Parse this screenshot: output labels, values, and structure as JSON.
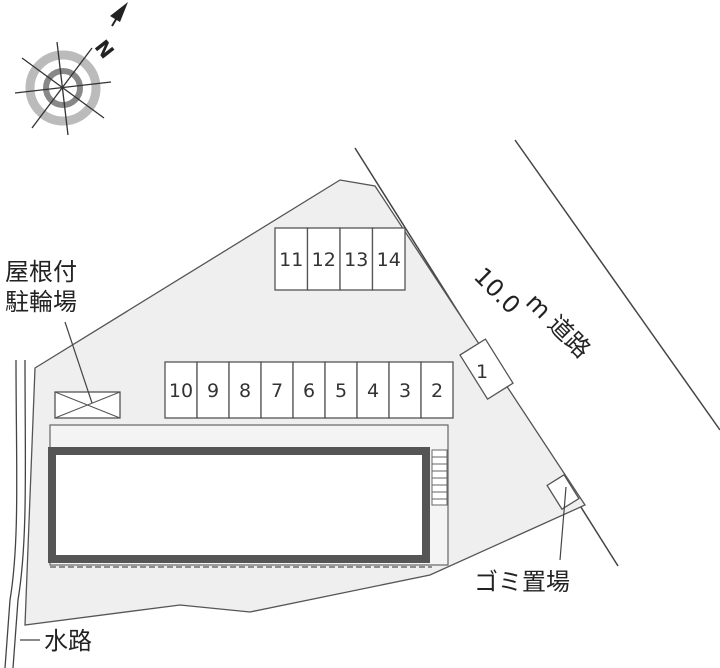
{
  "compass": {
    "north_label": "N"
  },
  "labels": {
    "bike_shelter_line1": "屋根付",
    "bike_shelter_line2": "駐輪場",
    "road_width": "10.0",
    "road_unit_name": "m 道路",
    "garbage": "ゴミ置場",
    "waterway": "水路"
  },
  "parking_row_front": [
    "10",
    "9",
    "8",
    "7",
    "6",
    "5",
    "4",
    "3",
    "2"
  ],
  "parking_row_back": [
    "11",
    "12",
    "13",
    "14"
  ],
  "parking_single": "1",
  "colors": {
    "lot": "#efefef",
    "line": "#444444",
    "building": "#555555"
  }
}
